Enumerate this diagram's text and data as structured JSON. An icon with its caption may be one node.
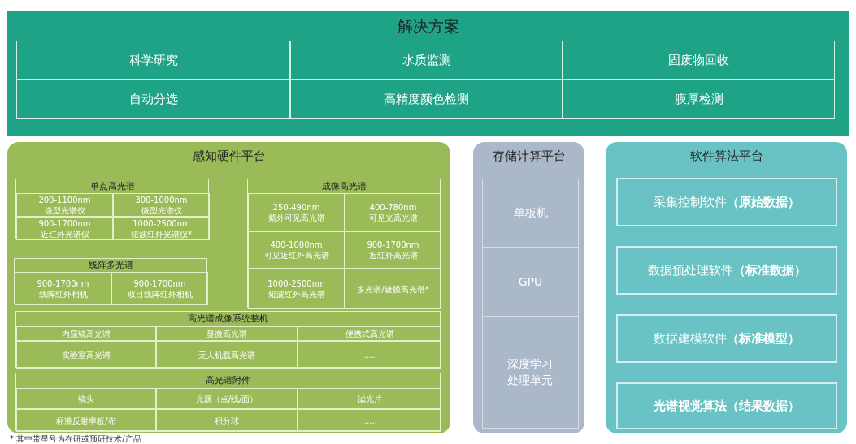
{
  "diagram": {
    "nodes": [
      {
        "text": [
          "解决方案"
        ]
      },
      {
        "text": [
          "科学研究"
        ],
        "in": 0
      },
      {
        "text": [
          "水质监测"
        ],
        "in": 0
      },
      {
        "text": [
          "固废物回收"
        ],
        "in": 0
      },
      {
        "text": [
          "自动分选"
        ],
        "in": 0
      },
      {
        "text": [
          "高精度颜色检测"
        ],
        "in": 0
      },
      {
        "text": [
          "膜厚检测"
        ],
        "in": 0
      },
      {
        "text": [
          "感知硬件平台"
        ]
      },
      {
        "text": [
          "单点高光谱"
        ],
        "in": 7
      },
      {
        "text": [
          "200-1100nm",
          "微型光谱仪"
        ],
        "in": 8
      },
      {
        "text": [
          "300-1000nm",
          "微型光谱仪"
        ],
        "in": 8
      },
      {
        "text": [
          "900-1700nm",
          "近红外光谱仪"
        ],
        "in": 8
      },
      {
        "text": [
          "1000-2500nm",
          "短波红外光谱仪*"
        ],
        "in": 8
      },
      {
        "text": [
          "线阵多光谱"
        ],
        "in": 7
      },
      {
        "text": [
          "900-1700nm",
          "线阵红外相机"
        ],
        "in": 13
      },
      {
        "text": [
          "900-1700nm",
          "双目线阵红外相机"
        ],
        "in": 13
      },
      {
        "text": [
          "成像高光谱"
        ],
        "in": 7
      },
      {
        "text": [
          "250-490nm",
          "紫外可见高光谱"
        ],
        "in": 16
      },
      {
        "text": [
          "400-780nm",
          "可见光高光谱"
        ],
        "in": 16
      },
      {
        "text": [
          "400-1000nm",
          "可见近红外高光谱"
        ],
        "in": 16
      },
      {
        "text": [
          "900-1700nm",
          "近红外高光谱"
        ],
        "in": 16
      },
      {
        "text": [
          "1000-2500nm",
          "短波红外高光谱"
        ],
        "in": 16
      },
      {
        "text": [
          "多光谱/镀膜高光谱*"
        ],
        "in": 16
      },
      {
        "text": [
          "高光谱成像系统整机"
        ],
        "in": 7
      },
      {
        "text": [
          "内窥镜高光谱"
        ],
        "in": 23
      },
      {
        "text": [
          "显微高光谱"
        ],
        "in": 23
      },
      {
        "text": [
          "便携式高光谱"
        ],
        "in": 23
      },
      {
        "text": [
          "实验室高光谱"
        ],
        "in": 23
      },
      {
        "text": [
          "无人机载高光谱"
        ],
        "in": 23
      },
      {
        "text": [
          "......"
        ],
        "in": 23
      },
      {
        "text": [
          "高光谱附件"
        ],
        "in": 7
      },
      {
        "text": [
          "镜头"
        ],
        "in": 30
      },
      {
        "text": [
          "光源（点/线/面）"
        ],
        "in": 30
      },
      {
        "text": [
          "滤光片"
        ],
        "in": 30
      },
      {
        "text": [
          "标准反射率板/布"
        ],
        "in": 30
      },
      {
        "text": [
          "积分球"
        ],
        "in": 30
      },
      {
        "text": [
          "......"
        ],
        "in": 30
      },
      {
        "text": [
          "存储计算平台"
        ]
      },
      {
        "text": [
          "单板机"
        ],
        "in": 37
      },
      {
        "text": [
          "GPU"
        ],
        "in": 37
      },
      {
        "text": [
          "深度学习处理单元"
        ],
        "in": 37
      },
      {
        "text": [
          "软件算法平台"
        ]
      },
      {
        "text": [
          "采集控制软件**（原始数据）**"
        ],
        "in": 41
      },
      {
        "text": [
          "数据预处理软件**（标准数据）**"
        ],
        "in": 41
      },
      {
        "text": [
          "数据建模软件**（标准模型）**"
        ],
        "in": 41
      },
      {
        "text": [
          "光谱视觉算法（结果数据）"
        ],
        "in": 41
      }
    ],
    "labels": [
      "* 其中带星号为在研或预研技术/产品"
    ]
  }
}
